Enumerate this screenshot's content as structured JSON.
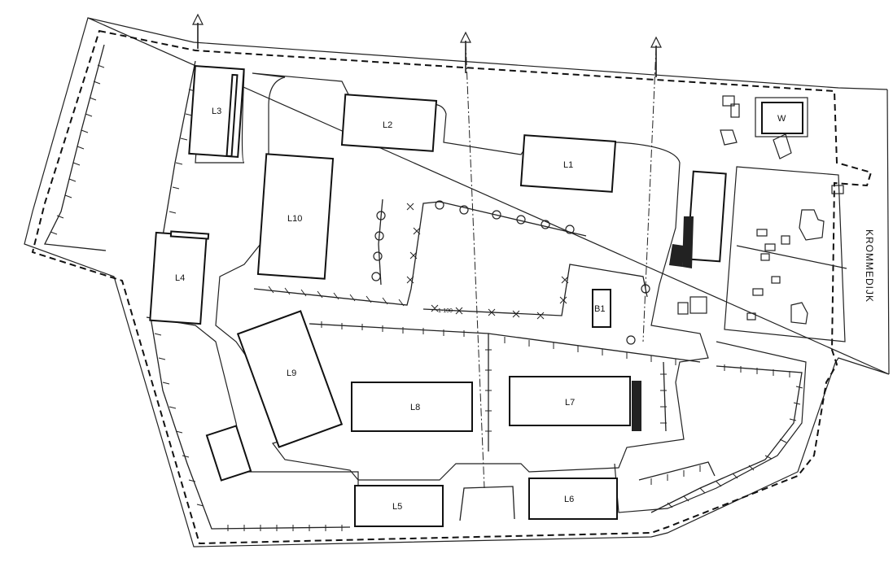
{
  "site_plan": {
    "buildings": [
      {
        "id": "L1",
        "label": "L1"
      },
      {
        "id": "L2",
        "label": "L2"
      },
      {
        "id": "L3",
        "label": "L3"
      },
      {
        "id": "L4",
        "label": "L4"
      },
      {
        "id": "L5",
        "label": "L5"
      },
      {
        "id": "L6",
        "label": "L6"
      },
      {
        "id": "L7",
        "label": "L7"
      },
      {
        "id": "L8",
        "label": "L8"
      },
      {
        "id": "L9",
        "label": "L9"
      },
      {
        "id": "L10",
        "label": "L10"
      },
      {
        "id": "B1",
        "label": "B1"
      },
      {
        "id": "W",
        "label": "W"
      }
    ],
    "road_label": "KROMMEDIJK",
    "small_labels": [
      "1·100"
    ]
  }
}
